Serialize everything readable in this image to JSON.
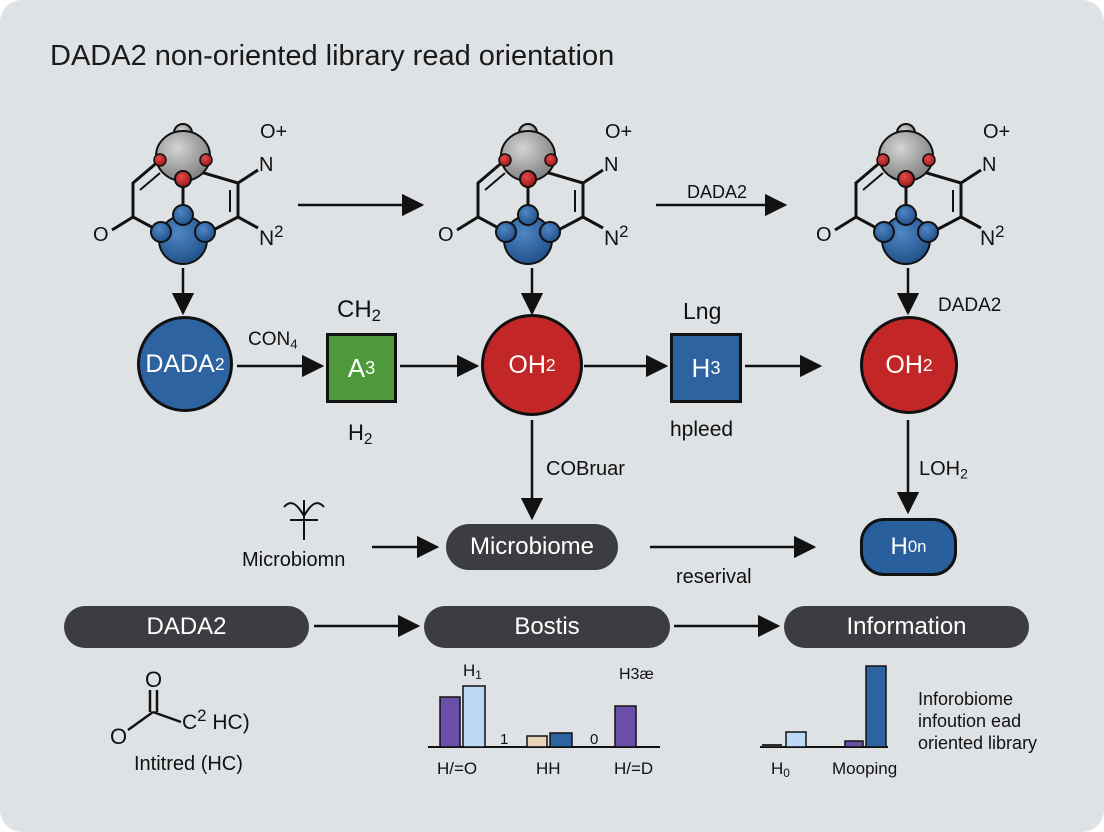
{
  "title": "DADA2 non-oriented library read orientation",
  "molecules": [
    {
      "o_plus": "O+",
      "n": "N",
      "o": "O",
      "n2": "N",
      "n2_sup": "2"
    },
    {
      "o_plus": "O+",
      "n": "N",
      "o": "O",
      "n2": "N",
      "n2_sup": "2"
    },
    {
      "o_plus": "O+",
      "n": "N",
      "o": "O",
      "n2": "N",
      "n2_sup": "2"
    }
  ],
  "arrow_labels": {
    "top_right": "DADA2",
    "right_side": "DADA2",
    "con4": "CON",
    "con4_sub": "4",
    "cobruar": "COBruar",
    "loh2": "LOH",
    "loh2_sub": "2",
    "reserival": "reserival"
  },
  "nodes": {
    "dada2_circle": {
      "main": "DADA",
      "sub": "2"
    },
    "a3_square": {
      "main": "A",
      "sub": "3",
      "above_main": "CH",
      "above_sub": "2",
      "below_main": "H",
      "below_sub": "2"
    },
    "oh2_center": {
      "main": "OH",
      "sub": "2"
    },
    "h3_square": {
      "main": "H",
      "sub": "3",
      "above": "Lng",
      "below": "hpleed"
    },
    "oh2_right": {
      "main": "OH",
      "sub": "2"
    },
    "microbiome_left": "Microbiomn",
    "microbiome_pill": "Microbiome",
    "h0n_pill": {
      "main": "H",
      "sub": "0n"
    }
  },
  "pipeline": {
    "step1": "DADA2",
    "step2": "Bostis",
    "step3": "Information"
  },
  "bottom_left": {
    "o_top": "O",
    "o_left": "O",
    "c2": "C",
    "c2_sup": "2",
    "hc": "HC)",
    "caption": "Intitred (HC)"
  },
  "chart_center": {
    "label_h1": "H",
    "label_h1_sub": "1",
    "label_h3": "H3æ",
    "label_1": "1",
    "label_0": "0",
    "xlabels": [
      "H/=O",
      "HH",
      "H/=D"
    ]
  },
  "chart_right": {
    "xlabel_h0": "H",
    "xlabel_h0_sub": "0",
    "xlabel_mooping": "Mooping",
    "legend": [
      "Inforobiome",
      "infoution ead",
      "oriented library"
    ]
  },
  "colors": {
    "background": "#dfe2e5",
    "blue": "#2d63a0",
    "red": "#c32626",
    "green": "#4e9a3a",
    "dark_pill": "#3b3d40",
    "bar_purple": "#6a4fa8",
    "bar_lightblue": "#bcd8f4",
    "bar_tan": "#e8d2b8"
  }
}
